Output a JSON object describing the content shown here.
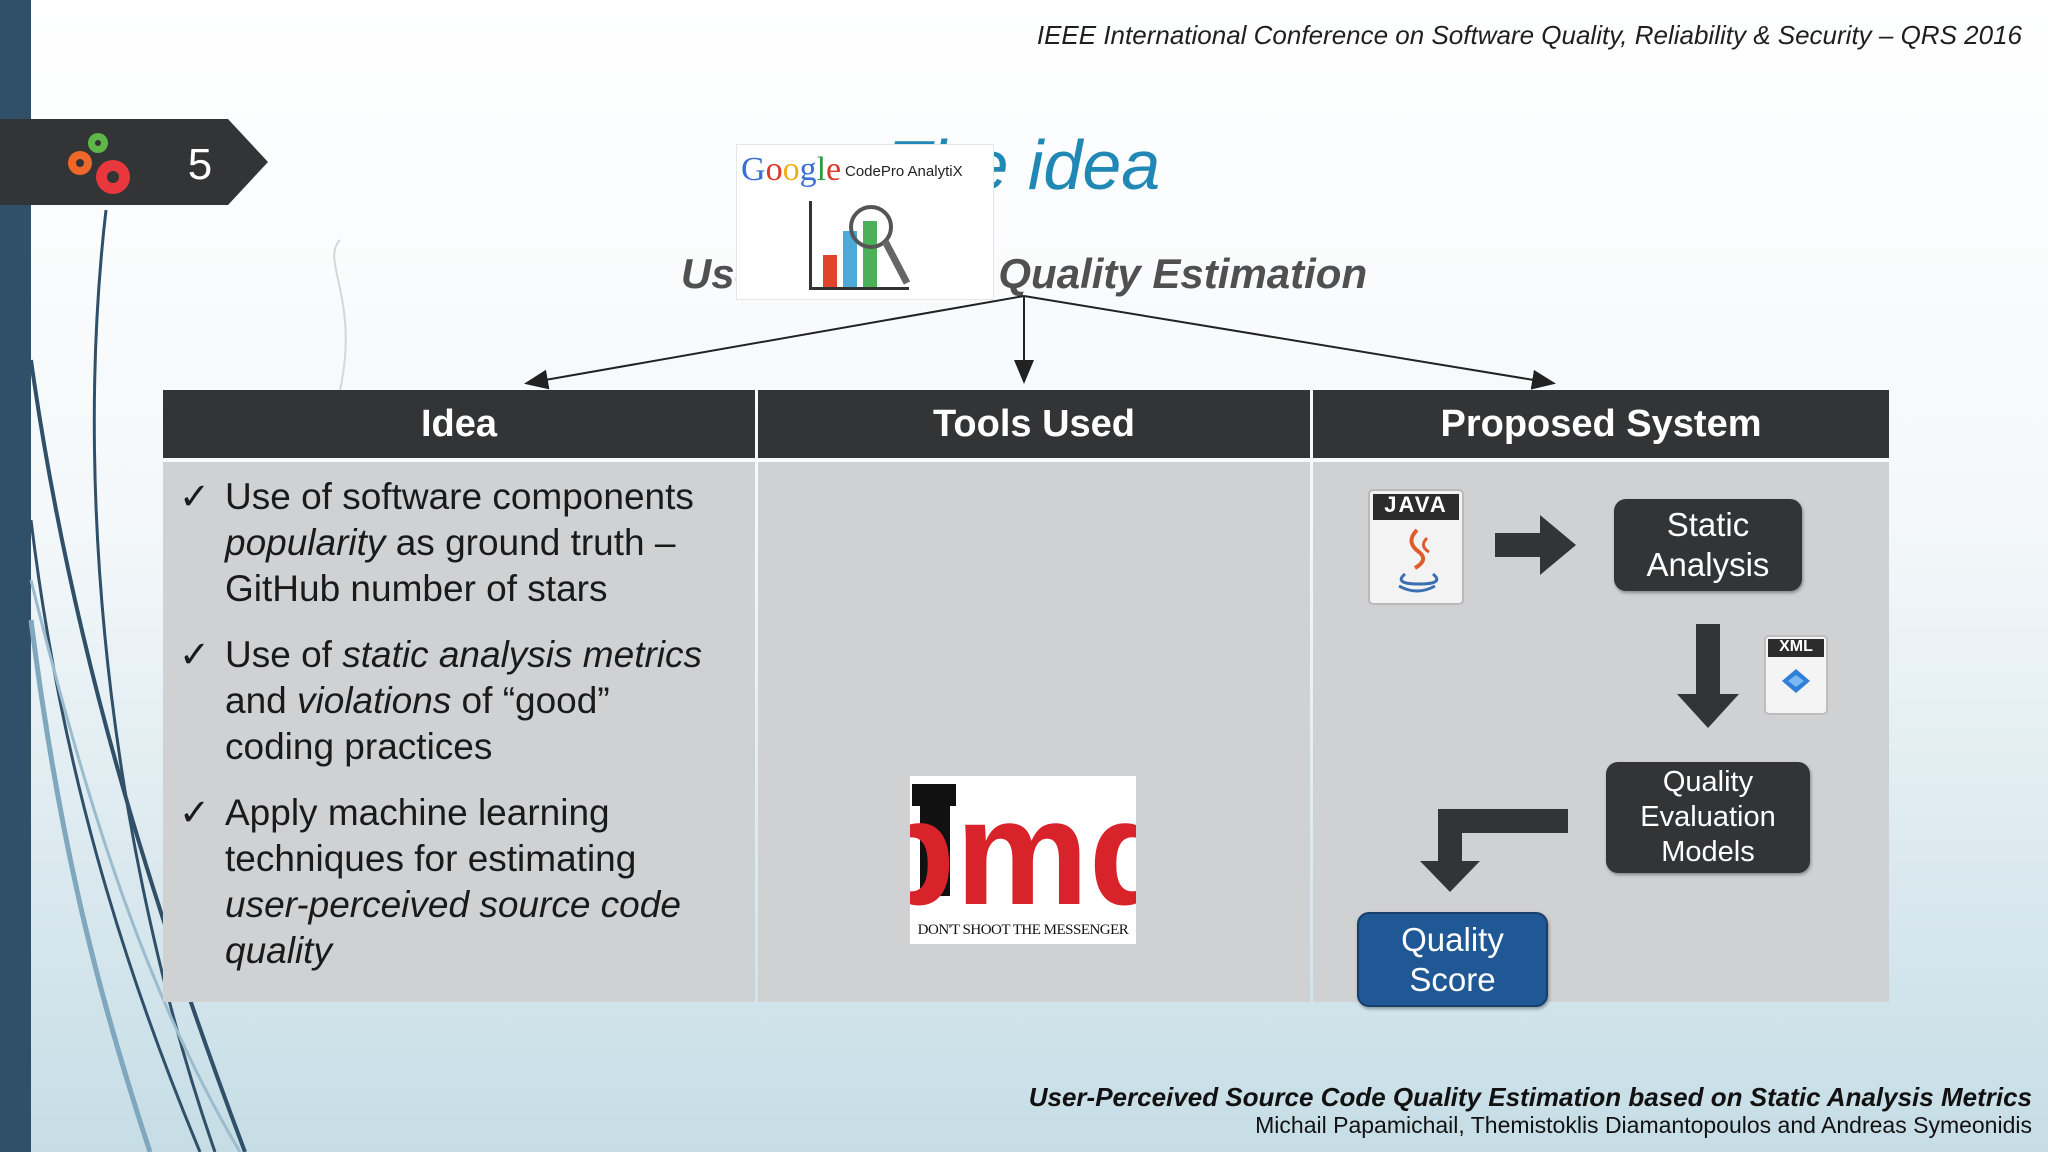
{
  "header": {
    "conference": "IEEE International Conference on Software Quality, Reliability & Security – QRS 2016"
  },
  "slide": {
    "number": "5",
    "title": "The idea",
    "subtitle": "User-Perceived Quality Estimation"
  },
  "table": {
    "headers": [
      "Idea",
      "Tools Used",
      "Proposed System"
    ],
    "check_glyph": "✓",
    "bullets": [
      {
        "lines": [
          [
            {
              "t": "Use of software components",
              "i": false
            }
          ],
          [
            {
              "t": "popularity",
              "i": true
            },
            {
              "t": " as ground truth –",
              "i": false
            }
          ],
          [
            {
              "t": "GitHub number of stars",
              "i": false
            }
          ]
        ]
      },
      {
        "lines": [
          [
            {
              "t": "Use of ",
              "i": false
            },
            {
              "t": "static analysis metrics",
              "i": true
            }
          ],
          [
            {
              "t": "and ",
              "i": false
            },
            {
              "t": "violations",
              "i": true
            },
            {
              "t": " of “good”",
              "i": false
            }
          ],
          [
            {
              "t": "coding practices",
              "i": false
            }
          ]
        ]
      },
      {
        "lines": [
          [
            {
              "t": "Apply machine learning",
              "i": false
            }
          ],
          [
            {
              "t": "techniques for estimating",
              "i": false
            }
          ],
          [
            {
              "t": "user-perceived source code",
              "i": true
            }
          ],
          [
            {
              "t": "quality",
              "i": true
            }
          ]
        ]
      }
    ]
  },
  "tools": {
    "google_logo_letters": [
      "G",
      "o",
      "o",
      "g",
      "l",
      "e"
    ],
    "google_logo_colors": [
      "#3b6fd6",
      "#d93a2b",
      "#e8b218",
      "#3b6fd6",
      "#2a9b45",
      "#d93a2b"
    ],
    "codepro_label": "CodePro AnalytiX",
    "pmd_logo": "pmd",
    "pmd_tagline": "DON'T SHOOT THE MESSENGER"
  },
  "system": {
    "java_label": "JAVA",
    "xml_label": "XML",
    "static_analysis": [
      "Static",
      "Analysis"
    ],
    "quality_models": [
      "Quality",
      "Evaluation",
      "Models"
    ],
    "quality_score": [
      "Quality",
      "Score"
    ]
  },
  "footer": {
    "paper_title": "User-Perceived Source Code Quality Estimation based on Static Analysis Metrics",
    "authors": "Michail Papamichail, Themistoklis Diamantopoulos and Andreas Symeonidis"
  },
  "colors": {
    "title": "#2188b6",
    "header_bg": "#333436",
    "cell_bg": "#d0d1d3",
    "score_box": "#1f5894",
    "left_bar": "#2f5068"
  }
}
